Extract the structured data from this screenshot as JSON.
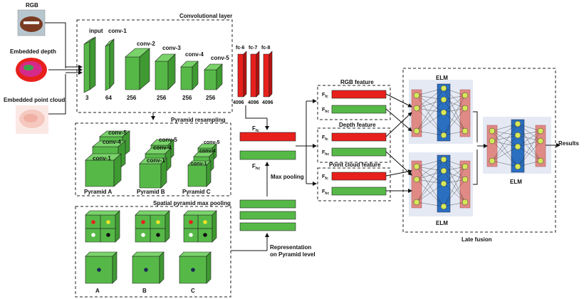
{
  "inputs": {
    "rgb_label": "RGB",
    "depth_label": "Embedded depth",
    "pointcloud_label": "Embedded point cloud"
  },
  "conv_layer": {
    "title": "Convolutional layer",
    "layers": [
      {
        "name": "input",
        "channels": "3"
      },
      {
        "name": "conv-1",
        "channels": "64"
      },
      {
        "name": "conv-2",
        "channels": "256"
      },
      {
        "name": "conv-3",
        "channels": "256"
      },
      {
        "name": "conv-4",
        "channels": "256"
      },
      {
        "name": "conv-5",
        "channels": "256"
      }
    ]
  },
  "fc_layers": [
    {
      "name": "fc-6",
      "units": "4096"
    },
    {
      "name": "fc-7",
      "units": "4096"
    },
    {
      "name": "fc-8",
      "units": "4096"
    }
  ],
  "pyramid_resampling": {
    "title": "Pyramid resampling",
    "pyramids": [
      {
        "label": "Pyramid A",
        "c5": "conv-5",
        "c4": "conv-4",
        "c1": "conv-1"
      },
      {
        "label": "Pyramid B",
        "c5": "conv-5",
        "c4": "conv-4",
        "c1": "conv-1"
      },
      {
        "label": "Pyramid C",
        "c5": "conv-5",
        "c4": "conv-4",
        "c1": "conv-1"
      }
    ]
  },
  "spm": {
    "title": "Spatial pyramid max pooling",
    "labels": [
      "A",
      "B",
      "C"
    ]
  },
  "middle": {
    "ffc": "F",
    "ffc_sub": "fc",
    "fhc": "F",
    "fhc_sub": "hc",
    "max_pooling": "Max pooling",
    "representation_line1": "Representation",
    "representation_line2": "on Pyramid level"
  },
  "features": [
    {
      "title": "RGB feature"
    },
    {
      "title": "Depth feature"
    },
    {
      "title": "Point cloud feature"
    }
  ],
  "fusion": {
    "elm_label": "ELM",
    "late_fusion": "Late fusion",
    "results": "Results"
  },
  "colors": {
    "green": "#56b947",
    "red": "#e8201c",
    "elm_blue": "#2a6fc0",
    "elm_pink": "#e08a85",
    "node": "#d7e85a"
  }
}
